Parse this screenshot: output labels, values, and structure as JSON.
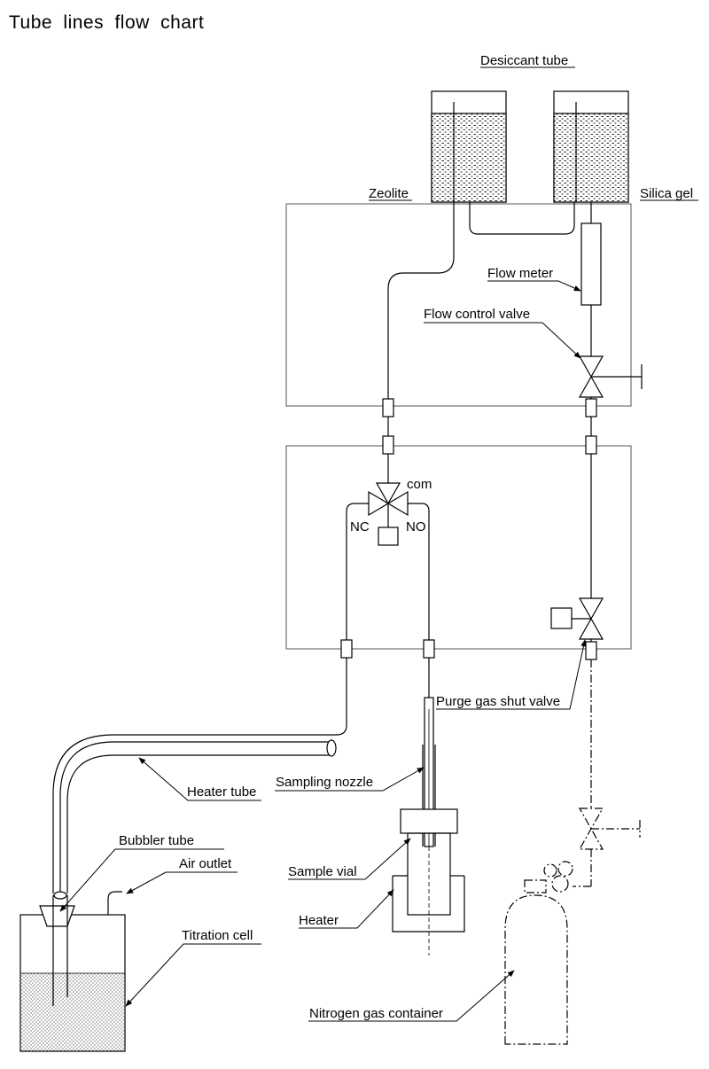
{
  "title": "Tube  lines  flow  chart",
  "labels": {
    "desiccant_tube": "Desiccant tube",
    "zeolite": "Zeolite",
    "silica_gel": "Silica gel",
    "flow_meter": "Flow meter",
    "flow_control_valve": "Flow control valve",
    "com": "com",
    "nc": "NC",
    "no": "NO",
    "purge_gas_shut_valve": "Purge gas shut valve",
    "heater_tube": "Heater tube",
    "sampling_nozzle": "Sampling nozzle",
    "bubbler_tube": "Bubbler tube",
    "air_outlet": "Air outlet",
    "sample_vial": "Sample vial",
    "heater": "Heater",
    "titration_cell": "Titration cell",
    "nitrogen_gas_container": "Nitrogen gas container"
  }
}
